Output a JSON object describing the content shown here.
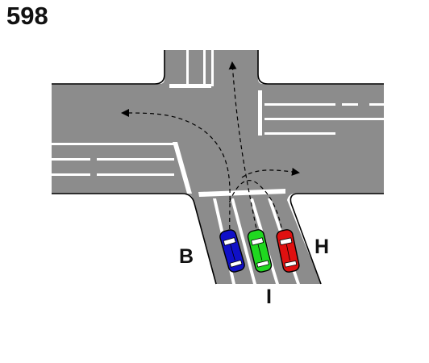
{
  "question_number": "598",
  "vehicles": [
    {
      "label": "B",
      "color": "#1010c8",
      "maneuver": "turn-left",
      "name": "blue-car"
    },
    {
      "label": "I",
      "color": "#20d820",
      "maneuver": "straight",
      "name": "green-car"
    },
    {
      "label": "H",
      "color": "#e01010",
      "maneuver": "turn-right",
      "name": "red-car"
    }
  ],
  "colors": {
    "road": "#8c8c8c",
    "marking": "#ffffff",
    "curb": "#000000",
    "background": "#ffffff",
    "path": "#000000"
  }
}
